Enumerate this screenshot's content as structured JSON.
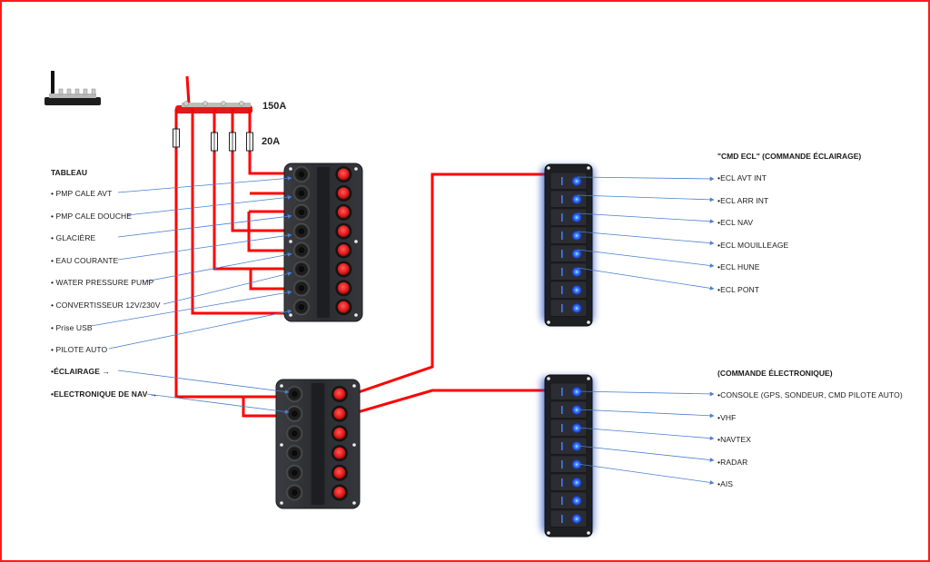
{
  "colors": {
    "wire": "#ff0000",
    "leader": "#4a7fd0",
    "panel": "#2b2d31",
    "panel_edge": "#1a1b1e",
    "red_button": "#e32020",
    "blue_led": "#2a5cff",
    "frame": "#ff1a1a"
  },
  "busbar": {
    "main_rating": "150A",
    "fuse_rating": "20A",
    "icon": "busbar-icon"
  },
  "tableau": {
    "title": "TABLEAU",
    "items": [
      {
        "label": "• PMP CALE AVT"
      },
      {
        "label": "• PMP CALE DOUCHE"
      },
      {
        "label": "• GLACIÈRE"
      },
      {
        "label": "• EAU COURANTE"
      },
      {
        "label": "• WATER PRESSURE PUMP"
      },
      {
        "label": "• CONVERTISSEUR 12V/230V"
      },
      {
        "label": "• Prise USB"
      },
      {
        "label": "• PILOTE AUTO"
      }
    ],
    "sub_items": [
      {
        "label": "•ÉCLAIRAGE →"
      },
      {
        "label": "•ELECTRONIQUE DE NAV →"
      }
    ]
  },
  "panel_main": {
    "switches": 8
  },
  "panel_sub": {
    "switches": 6
  },
  "cmd_ecl": {
    "title": "\"CMD ECL\" (COMMANDE ÉCLAIRAGE)",
    "switches": 8,
    "items": [
      {
        "label": "•ECL AVT INT"
      },
      {
        "label": "•ECL ARR INT"
      },
      {
        "label": "•ECL NAV"
      },
      {
        "label": "•ECL MOUILLEAGE"
      },
      {
        "label": "•ECL HUNE"
      },
      {
        "label": "•ECL PONT"
      }
    ]
  },
  "cmd_elec": {
    "title": "(COMMANDE ÉLECTRONIQUE)",
    "switches": 8,
    "items": [
      {
        "label": "•CONSOLE (GPS, SONDEUR, CMD PILOTE AUTO)"
      },
      {
        "label": "•VHF"
      },
      {
        "label": "•NAVTEX"
      },
      {
        "label": "•RADAR"
      },
      {
        "label": "•AIS"
      }
    ]
  }
}
